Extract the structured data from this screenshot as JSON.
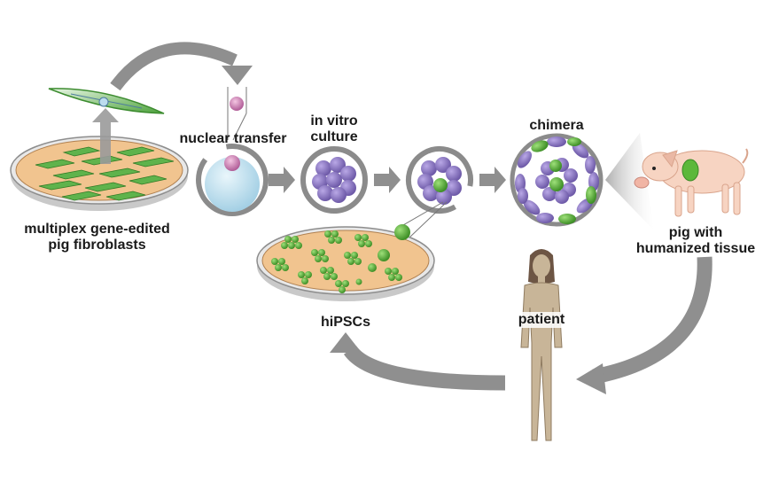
{
  "diagram": {
    "title": "Pig chimera workflow for humanized tissue",
    "labels": {
      "fibroblasts_line1": "multiplex gene-edited",
      "fibroblasts_line2": "pig fibroblasts",
      "nuclear_transfer": "nuclear transfer",
      "in_vitro_line1": "in vitro",
      "in_vitro_line2": "culture",
      "chimera": "chimera",
      "pig_line1": "pig with",
      "pig_line2": "humanized tissue",
      "hipscs": "hiPSCs",
      "patient": "patient"
    },
    "colors": {
      "arrow": "#8a8a8a",
      "dish_medium": "#f1c48f",
      "fibroblast_green": "#3f9a35",
      "embryo_purple": "#8e7bc4",
      "stem_cell_green": "#5cb83a",
      "oocyte_blue": "#bfe0ef",
      "nucleus_pink": "#d98fc0",
      "pig_skin": "#f7d4c2",
      "patient_skin": "#c8b598"
    }
  }
}
